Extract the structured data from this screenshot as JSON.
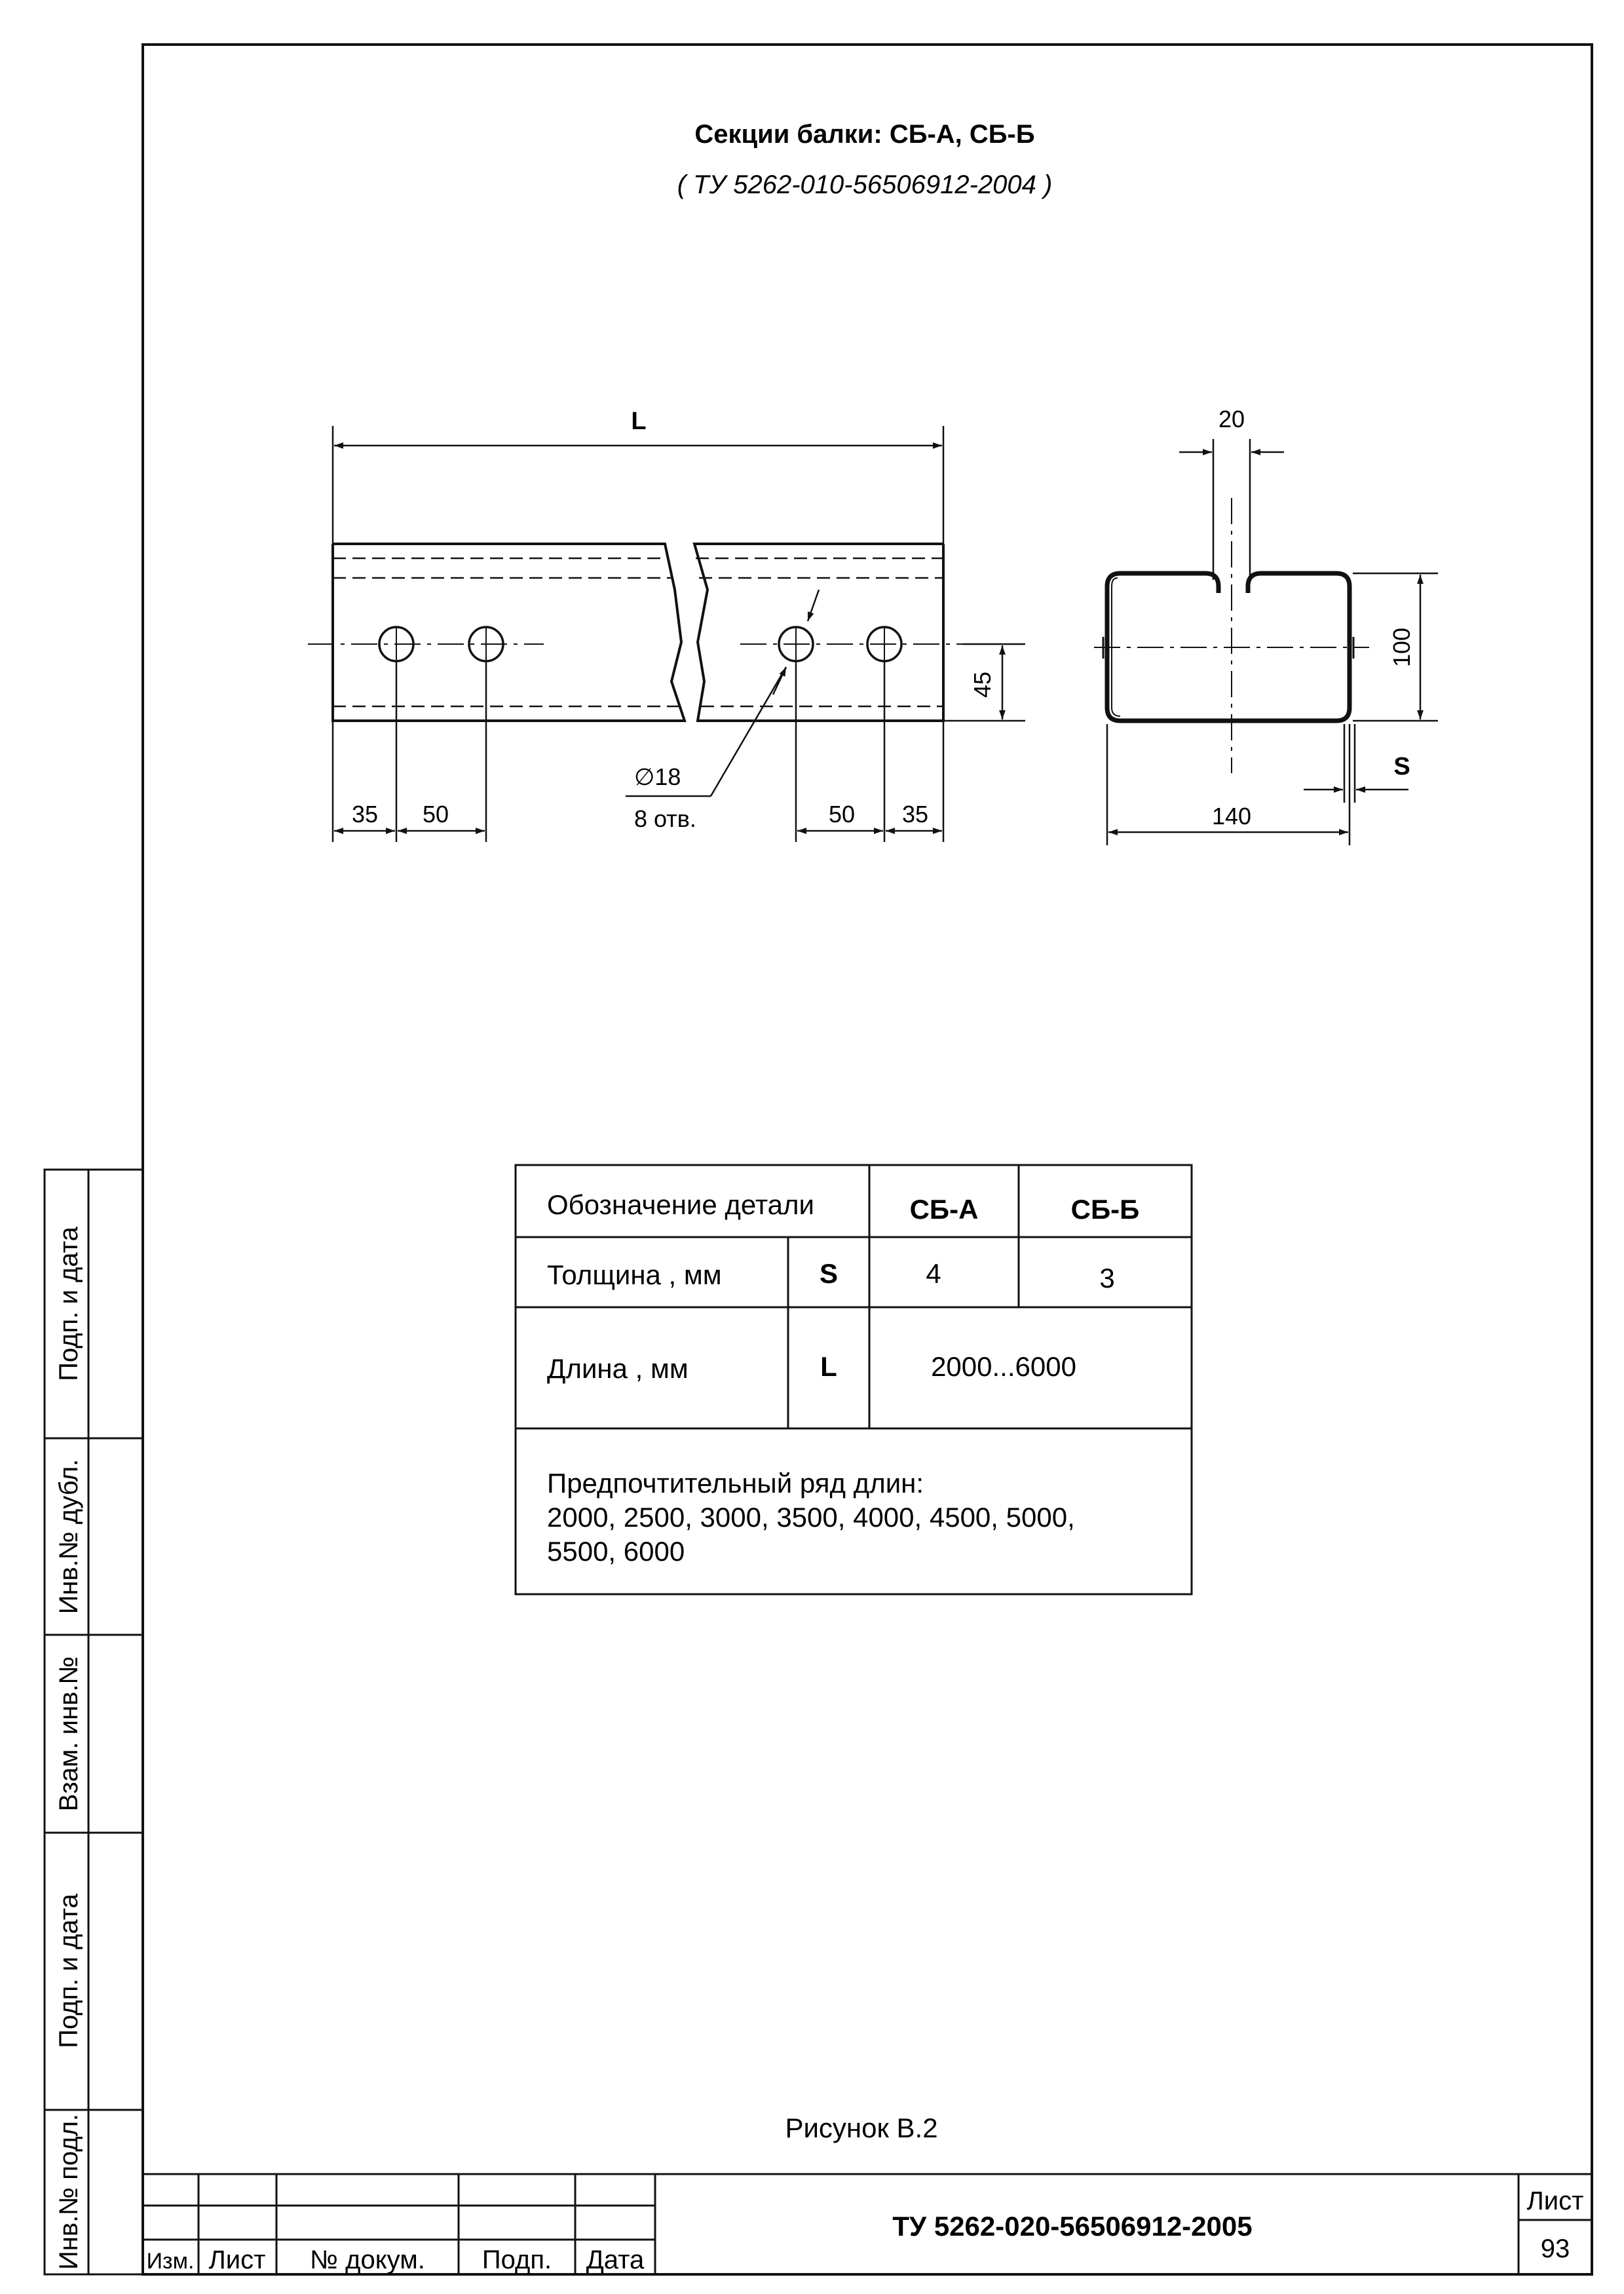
{
  "header": {
    "title": "Секции балки:  СБ-А, СБ-Б",
    "subtitle": "( ТУ 5262-010-56506912-2004 )"
  },
  "side_view": {
    "length_label": "L",
    "dim_45": "45",
    "hole_label": "∅18",
    "holes_count": "8 отв.",
    "dims_left": [
      "35",
      "50"
    ],
    "dims_right": [
      "50",
      "35"
    ]
  },
  "section_view": {
    "slot_width": "20",
    "height": "100",
    "width": "140",
    "thickness_label": "S"
  },
  "spec_table": {
    "header_designation": "Обозначение детали",
    "col_a": "СБ-А",
    "col_b": "СБ-Б",
    "thickness_label": "Толщина , мм",
    "thickness_symbol": "S",
    "thickness_a": "4",
    "thickness_b": "3",
    "length_label": "Длина , мм",
    "length_symbol": "L",
    "length_range": "2000...6000",
    "preferred_line1": "Предпочтительный ряд длин:",
    "preferred_line2": "2000, 2500, 3000, 3500, 4000, 4500, 5000,",
    "preferred_line3": "5500, 6000"
  },
  "side_strip": {
    "labels": [
      "Подп. и дата",
      "Инв.№ дубл.",
      "Взам. инв.№",
      "Подп. и дата",
      "Инв.№ подл."
    ]
  },
  "caption": "Рисунок В.2",
  "stamp": {
    "doc_code": "ТУ 5262-020-56506912-2005",
    "sheet_label": "Лист",
    "sheet_number": "93",
    "columns": [
      "Изм.",
      "Лист",
      "№ докум.",
      "Подп.",
      "Дата"
    ]
  }
}
